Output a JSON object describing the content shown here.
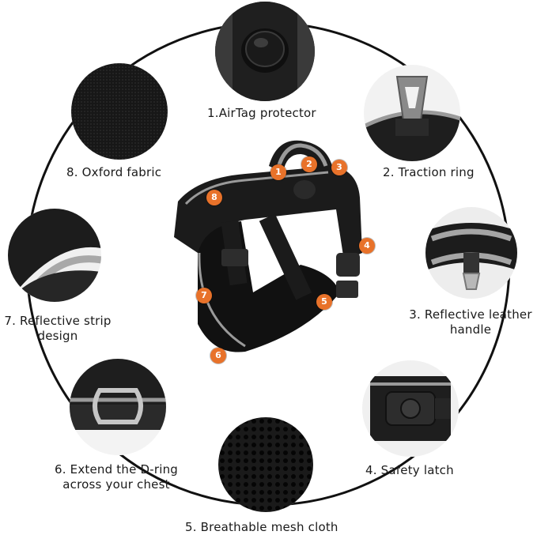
{
  "features": [
    {
      "id": 1,
      "label": "1.AirTag protector"
    },
    {
      "id": 2,
      "label": "2. Traction ring"
    },
    {
      "id": 3,
      "label_lines": [
        "3. Reflective leather",
        "handle"
      ]
    },
    {
      "id": 4,
      "label": "4. Safety latch"
    },
    {
      "id": 5,
      "label": "5. Breathable mesh cloth"
    },
    {
      "id": 6,
      "label_lines": [
        "6. Extend the D-ring",
        "across your chest"
      ]
    },
    {
      "id": 7,
      "label_lines": [
        "7. Reflective strip",
        "design"
      ]
    },
    {
      "id": 8,
      "label": "8. Oxford fabric"
    }
  ],
  "markers": [
    "1",
    "2",
    "3",
    "4",
    "5",
    "6",
    "7",
    "8"
  ],
  "colors": {
    "marker": "#e8722a",
    "ring": "#111111",
    "harness": "#1b1b1b",
    "reflective": "#9a9a9a"
  }
}
